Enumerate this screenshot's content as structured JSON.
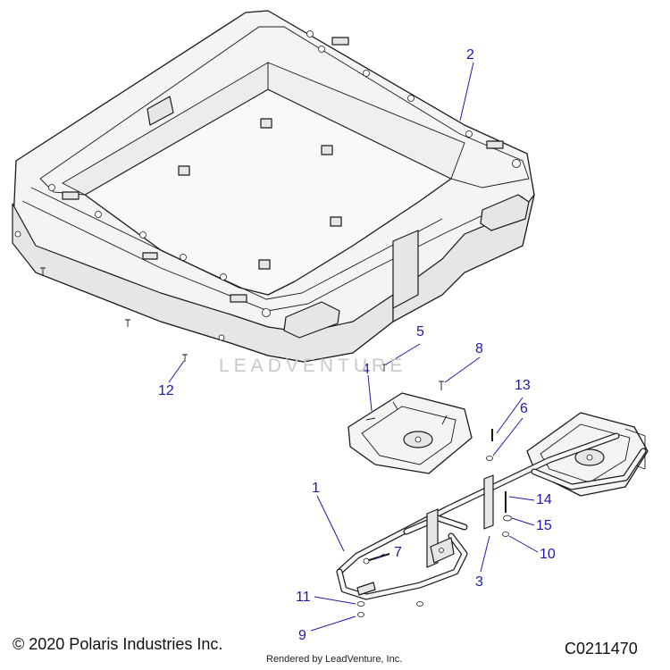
{
  "callouts": [
    {
      "id": "c2",
      "label": "2"
    },
    {
      "id": "c5",
      "label": "5"
    },
    {
      "id": "c8",
      "label": "8"
    },
    {
      "id": "c4",
      "label": "4"
    },
    {
      "id": "c13",
      "label": "13"
    },
    {
      "id": "c6",
      "label": "6"
    },
    {
      "id": "c12",
      "label": "12"
    },
    {
      "id": "c1",
      "label": "1"
    },
    {
      "id": "c14",
      "label": "14"
    },
    {
      "id": "c15",
      "label": "15"
    },
    {
      "id": "c7",
      "label": "7"
    },
    {
      "id": "c10",
      "label": "10"
    },
    {
      "id": "c3",
      "label": "3"
    },
    {
      "id": "c11",
      "label": "11"
    },
    {
      "id": "c9",
      "label": "9"
    }
  ],
  "footer": {
    "copyright": "© 2020 Polaris Industries Inc.",
    "diagram_code": "C0211470",
    "rendered_by": "Rendered by LeadVenture, Inc."
  },
  "watermark": "LEADVENTURE"
}
